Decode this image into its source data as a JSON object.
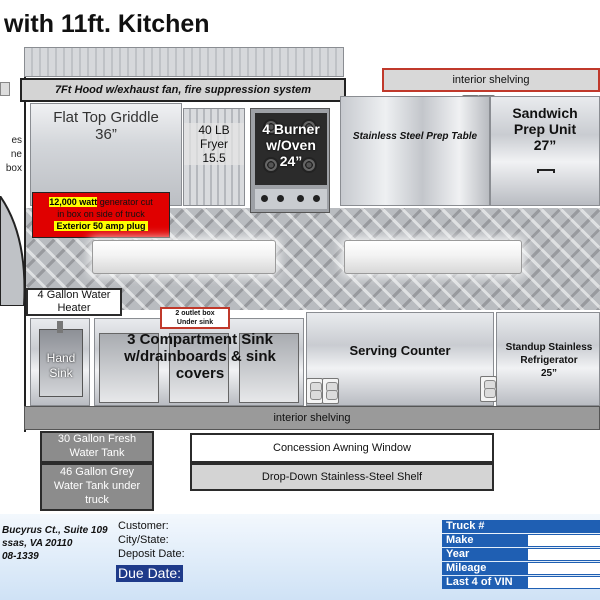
{
  "title": "with 11ft. Kitchen",
  "hood": "7Ft Hood w/exhaust fan, fire suppression system",
  "interior_shelving_top": "interior shelving",
  "interior_shelving_bottom": "interior shelving",
  "griddle": {
    "line1": "Flat Top Griddle",
    "line2": "36”"
  },
  "fryer": {
    "line1": "40 LB",
    "line2": "Fryer",
    "line3": "15.5"
  },
  "oven": {
    "line1": "4 Burner",
    "line2": "w/Oven",
    "line3": "24”"
  },
  "prep_table": "Stainless Steel Prep Table",
  "sandwich": {
    "line1": "Sandwich",
    "line2": "Prep Unit",
    "line3": "27”"
  },
  "left_cut": {
    "line1": "es",
    "line2": "ne",
    "line3": "box"
  },
  "generator": {
    "hl1": "12,000 watt",
    "rest1": " generator cut",
    "line2": "in box on side of truck",
    "hl2": "Exterior 50 amp plug"
  },
  "water_heater": {
    "line1": "4 Gallon Water",
    "line2": "Heater"
  },
  "outlet_box": {
    "line1": "2 outlet box",
    "line2": "Under sink"
  },
  "hand_sink": {
    "line1": "Hand",
    "line2": "Sink"
  },
  "comp_sink": {
    "line1": "3 Compartment Sink",
    "line2": "w/drainboards & sink",
    "line3": "covers"
  },
  "serving_counter": "Serving Counter",
  "refrigerator": {
    "line1": "Standup Stainless",
    "line2": "Refrigerator",
    "line3": "25”"
  },
  "fresh_tank": {
    "line1": "30 Gallon Fresh",
    "line2": "Water Tank"
  },
  "grey_tank": {
    "line1": "46 Gallon Grey",
    "line2": "Water Tank under",
    "line3": "truck"
  },
  "awning": "Concession Awning Window",
  "shelf": "Drop-Down Stainless-Steel Shelf",
  "address": {
    "line1": "Bucyrus Ct., Suite 109",
    "line2": "ssas, VA 20110",
    "line3": "08-1339"
  },
  "customer": {
    "customer": "Customer:",
    "city": "City/State:",
    "deposit": "Deposit Date:",
    "due": "Due Date:"
  },
  "truck_info": [
    "Truck #",
    "Make",
    "Year",
    "Mileage",
    "Last 4 of VIN"
  ],
  "colors": {
    "accent_blue": "#1f5fb3",
    "generator_red": "#e00000",
    "highlight_yellow": "#ffff00",
    "shelving_red_border": "#c0392b"
  }
}
